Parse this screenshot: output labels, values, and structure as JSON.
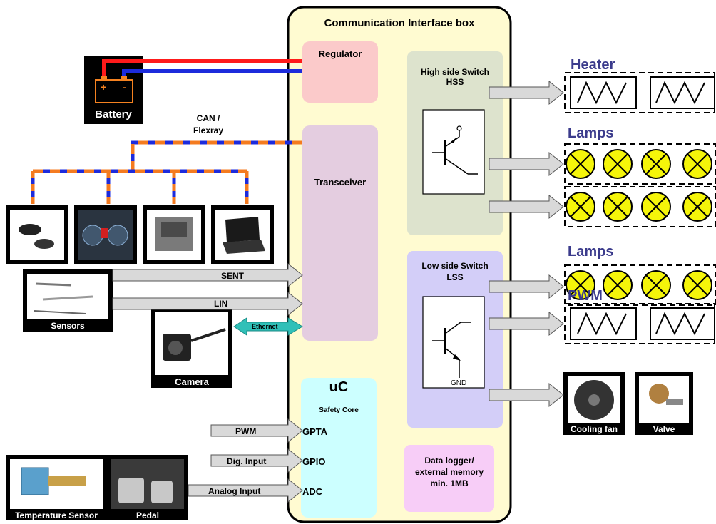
{
  "main_box": {
    "title": "Communication Interface box",
    "regulator": "Regulator",
    "transceiver": "Transceiver",
    "hss_title": "High side Switch",
    "hss_abbr": "HSS",
    "lss_title": "Low side Switch",
    "lss_abbr": "LSS",
    "lss_gnd": "GND",
    "uc_title": "uC",
    "uc_sub": "Safety Core",
    "gpta": "GPTA",
    "gpio": "GPIO",
    "adc": "ADC",
    "datalogger": "Data logger/ external memory min. 1MB"
  },
  "battery": {
    "label": "Battery",
    "plus": "+",
    "minus": "-"
  },
  "bus": {
    "can": "CAN / Flexray",
    "sent": "SENT",
    "lin": "LIN",
    "ethernet": "Ethernet",
    "pwm": "PWM",
    "dig_input": "Dig. Input",
    "analog_input": "Analog Input"
  },
  "devices": {
    "sensors": "Sensors",
    "camera": "Camera",
    "temperature_sensor": "Temperature Sensor",
    "pedal": "Pedal",
    "cooling_fan": "Cooling fan",
    "valve": "Valve"
  },
  "outputs": {
    "heater": "Heater",
    "lamps_top": "Lamps",
    "lamps_bottom": "Lamps",
    "pwm": "PWM"
  },
  "colors": {
    "main_box_fill": "#fffbd1",
    "regulator_fill": "#fbcaca",
    "transceiver_fill": "#e4cde0",
    "hss_fill": "#dde3cd",
    "lss_fill": "#d3cef8",
    "uc_fill": "#ccffff",
    "datalogger_fill": "#f7cdf7",
    "bus_orange": "#f47b20",
    "bus_blue": "#1c2bdc",
    "ethernet": "#30c0b8",
    "lamp_fill": "#f5f50a",
    "battery_orange": "#f58220"
  }
}
